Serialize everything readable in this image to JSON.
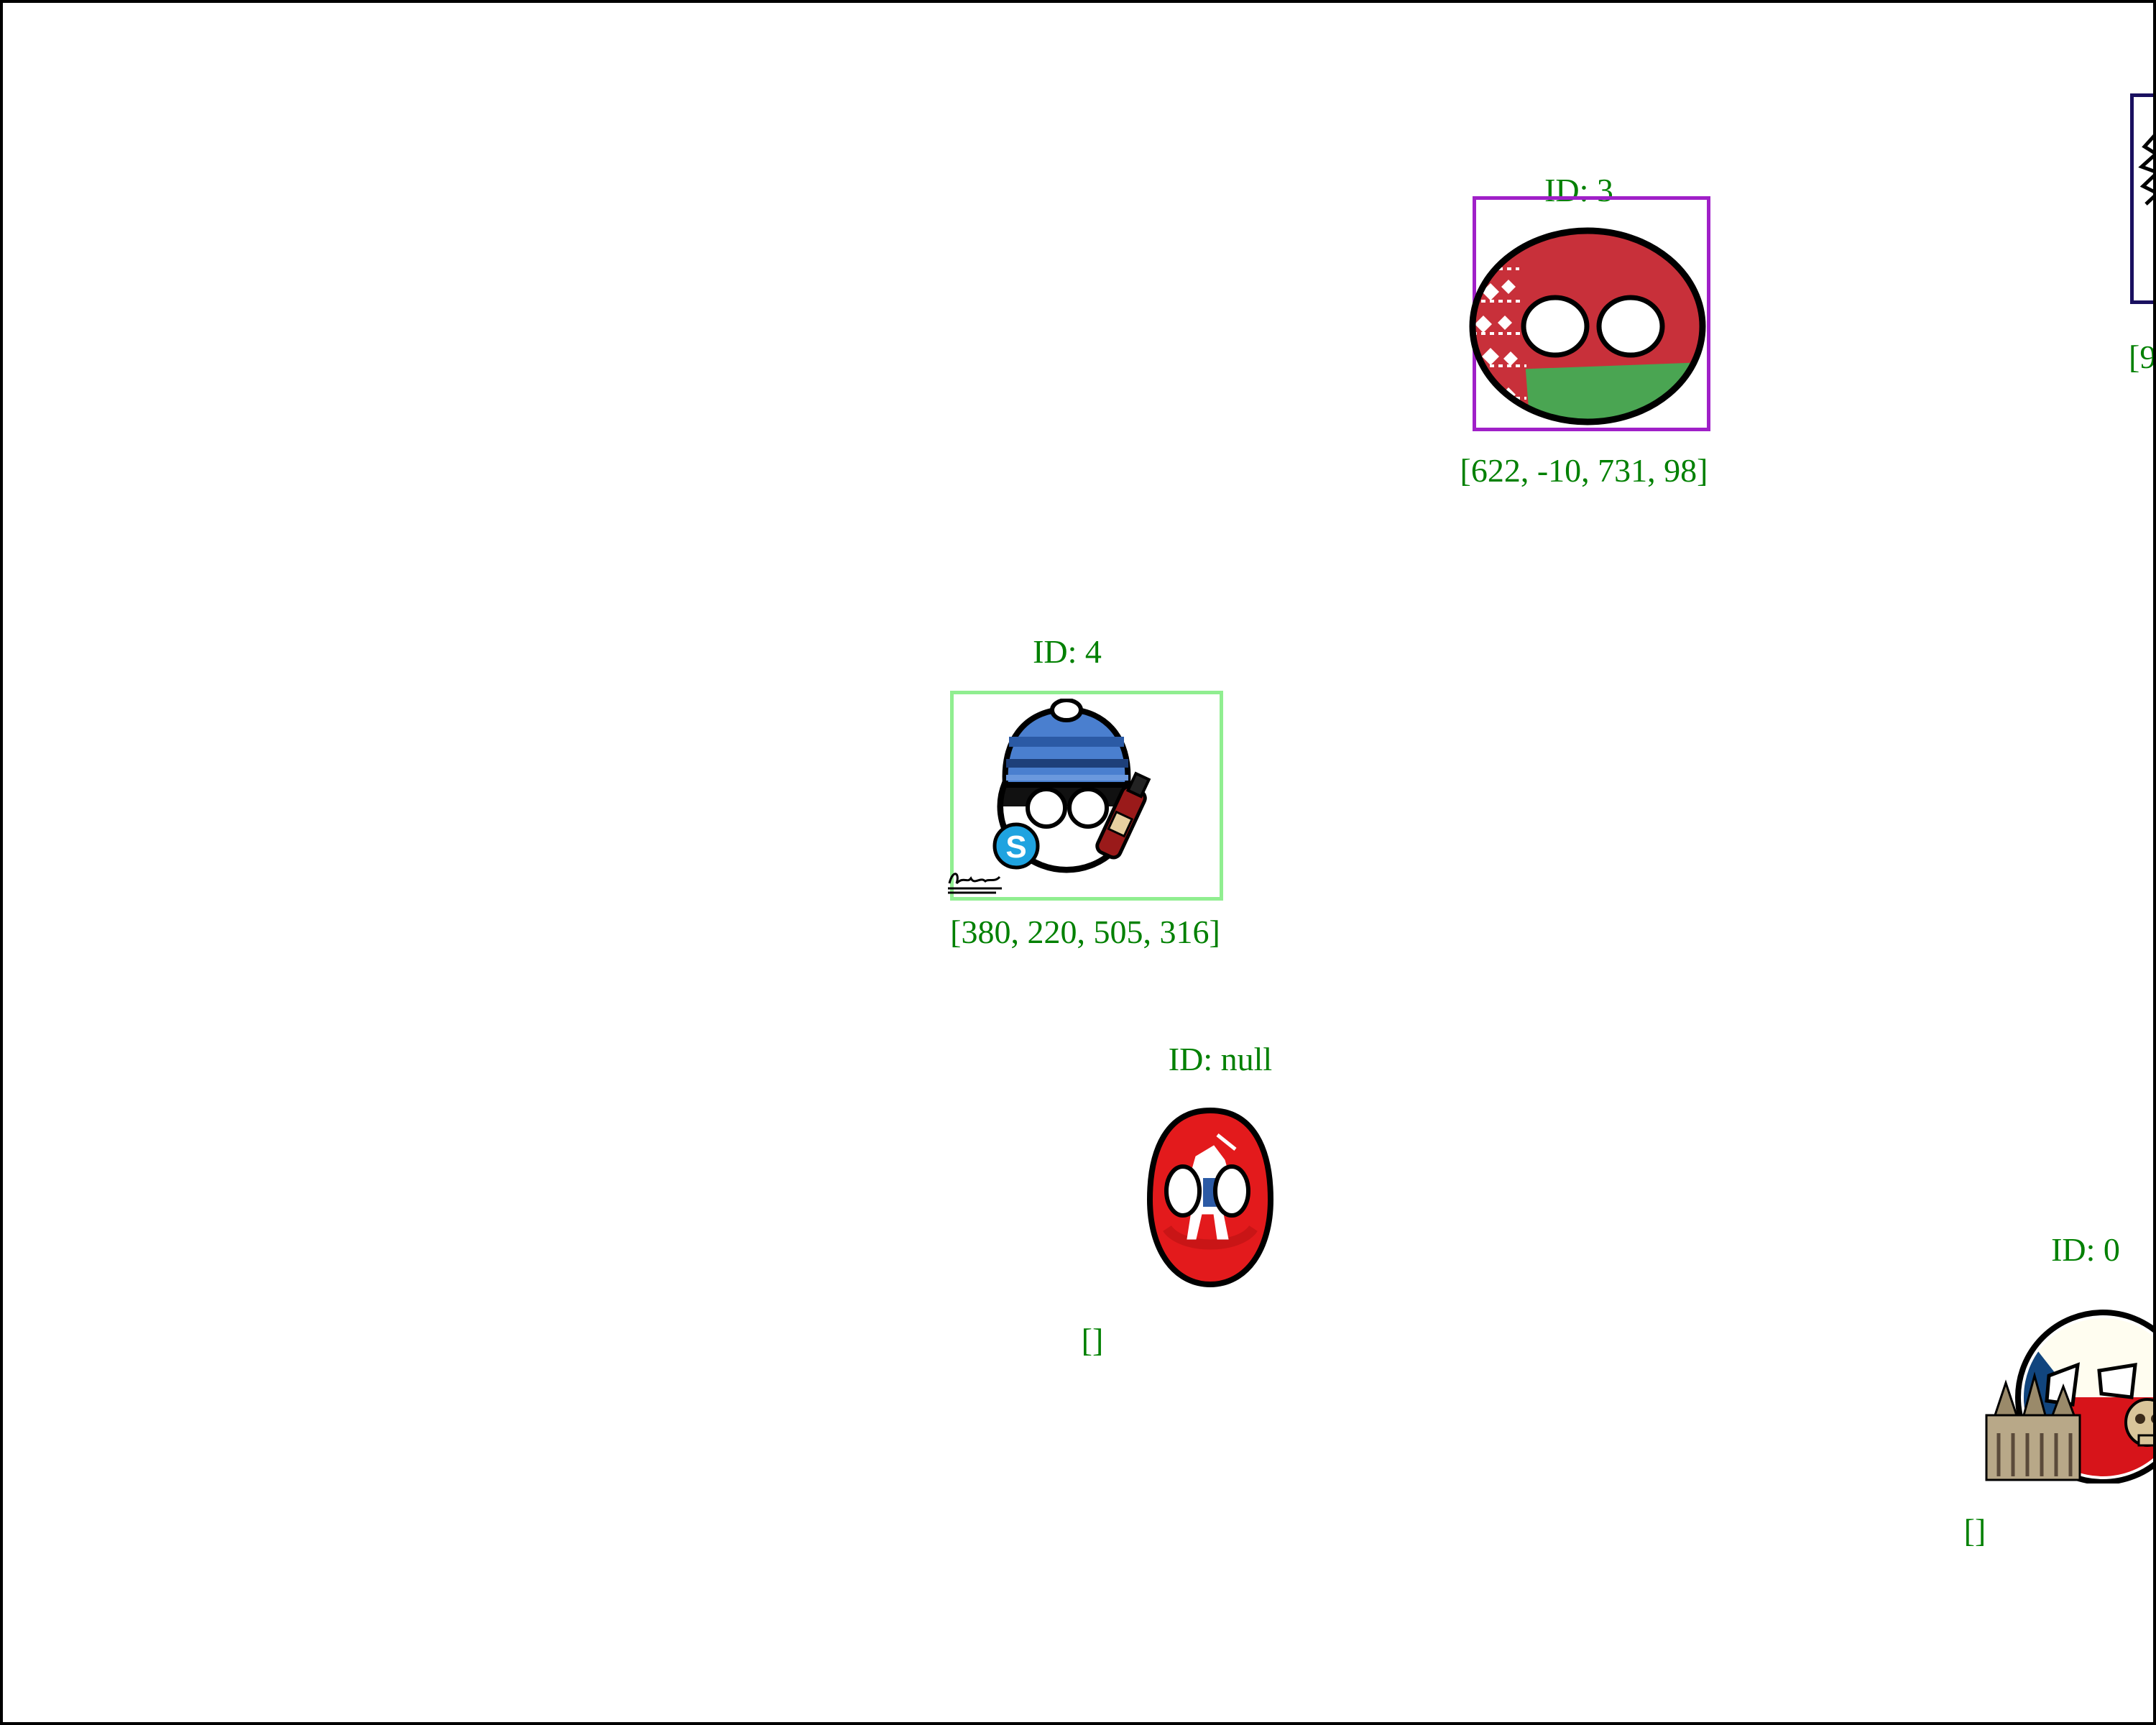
{
  "colors": {
    "label": "#008000",
    "frame": "#000000",
    "box_id3": "#a020c8",
    "box_id4": "#90ee90",
    "box_id2": "#1a1060"
  },
  "annotations": [
    {
      "id_label": "ID: 3",
      "bbox_label": "[622, -10, 731, 98]",
      "subject": "belarus-countryball",
      "box_color": "#a020c8"
    },
    {
      "id_label": "ID: 4",
      "bbox_label": "[380, 220, 505, 316]",
      "subject": "estonia-countryball",
      "box_color": "#90ee90"
    },
    {
      "id_label": "ID: null",
      "bbox_label": "[]",
      "subject": "lithuania-vytis-countryball",
      "box_color": ""
    },
    {
      "id_label": "ID: 0",
      "bbox_label": "[]",
      "subject": "czech-countryball",
      "box_color": ""
    },
    {
      "id_label": "",
      "bbox_label": "[9",
      "subject": "cropped-ball-right-edge",
      "box_color": "#1a1060"
    }
  ]
}
